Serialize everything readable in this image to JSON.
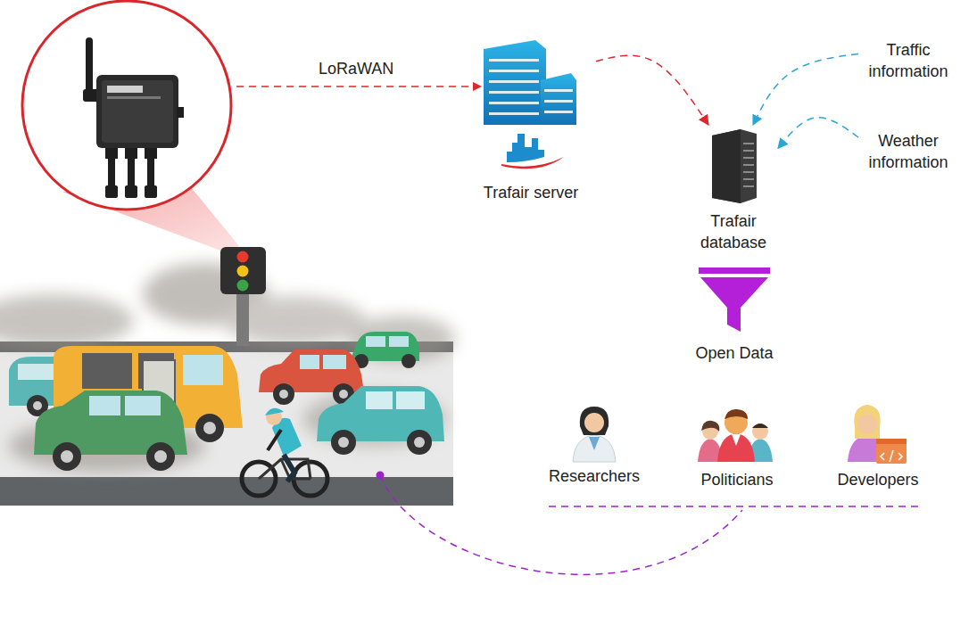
{
  "diagram": {
    "nodes": [
      {
        "text": [
          "Trafair server"
        ]
      },
      {
        "text": [
          "Trafair database"
        ]
      },
      {
        "text": [
          "Traffic information"
        ]
      },
      {
        "text": [
          "Weather information"
        ]
      },
      {
        "text": [
          "Open Data"
        ]
      },
      {
        "text": [
          "Researchers"
        ]
      },
      {
        "text": [
          "Politicians"
        ]
      },
      {
        "text": [
          "Developers"
        ]
      }
    ],
    "edges": [
      {
        "from": 0,
        "to": 1,
        "arrow": "to"
      },
      {
        "from": 2,
        "to": 1,
        "arrow": "to"
      },
      {
        "from": 3,
        "to": 1,
        "arrow": "to"
      }
    ],
    "labels": [
      "LoRaWAN"
    ]
  }
}
